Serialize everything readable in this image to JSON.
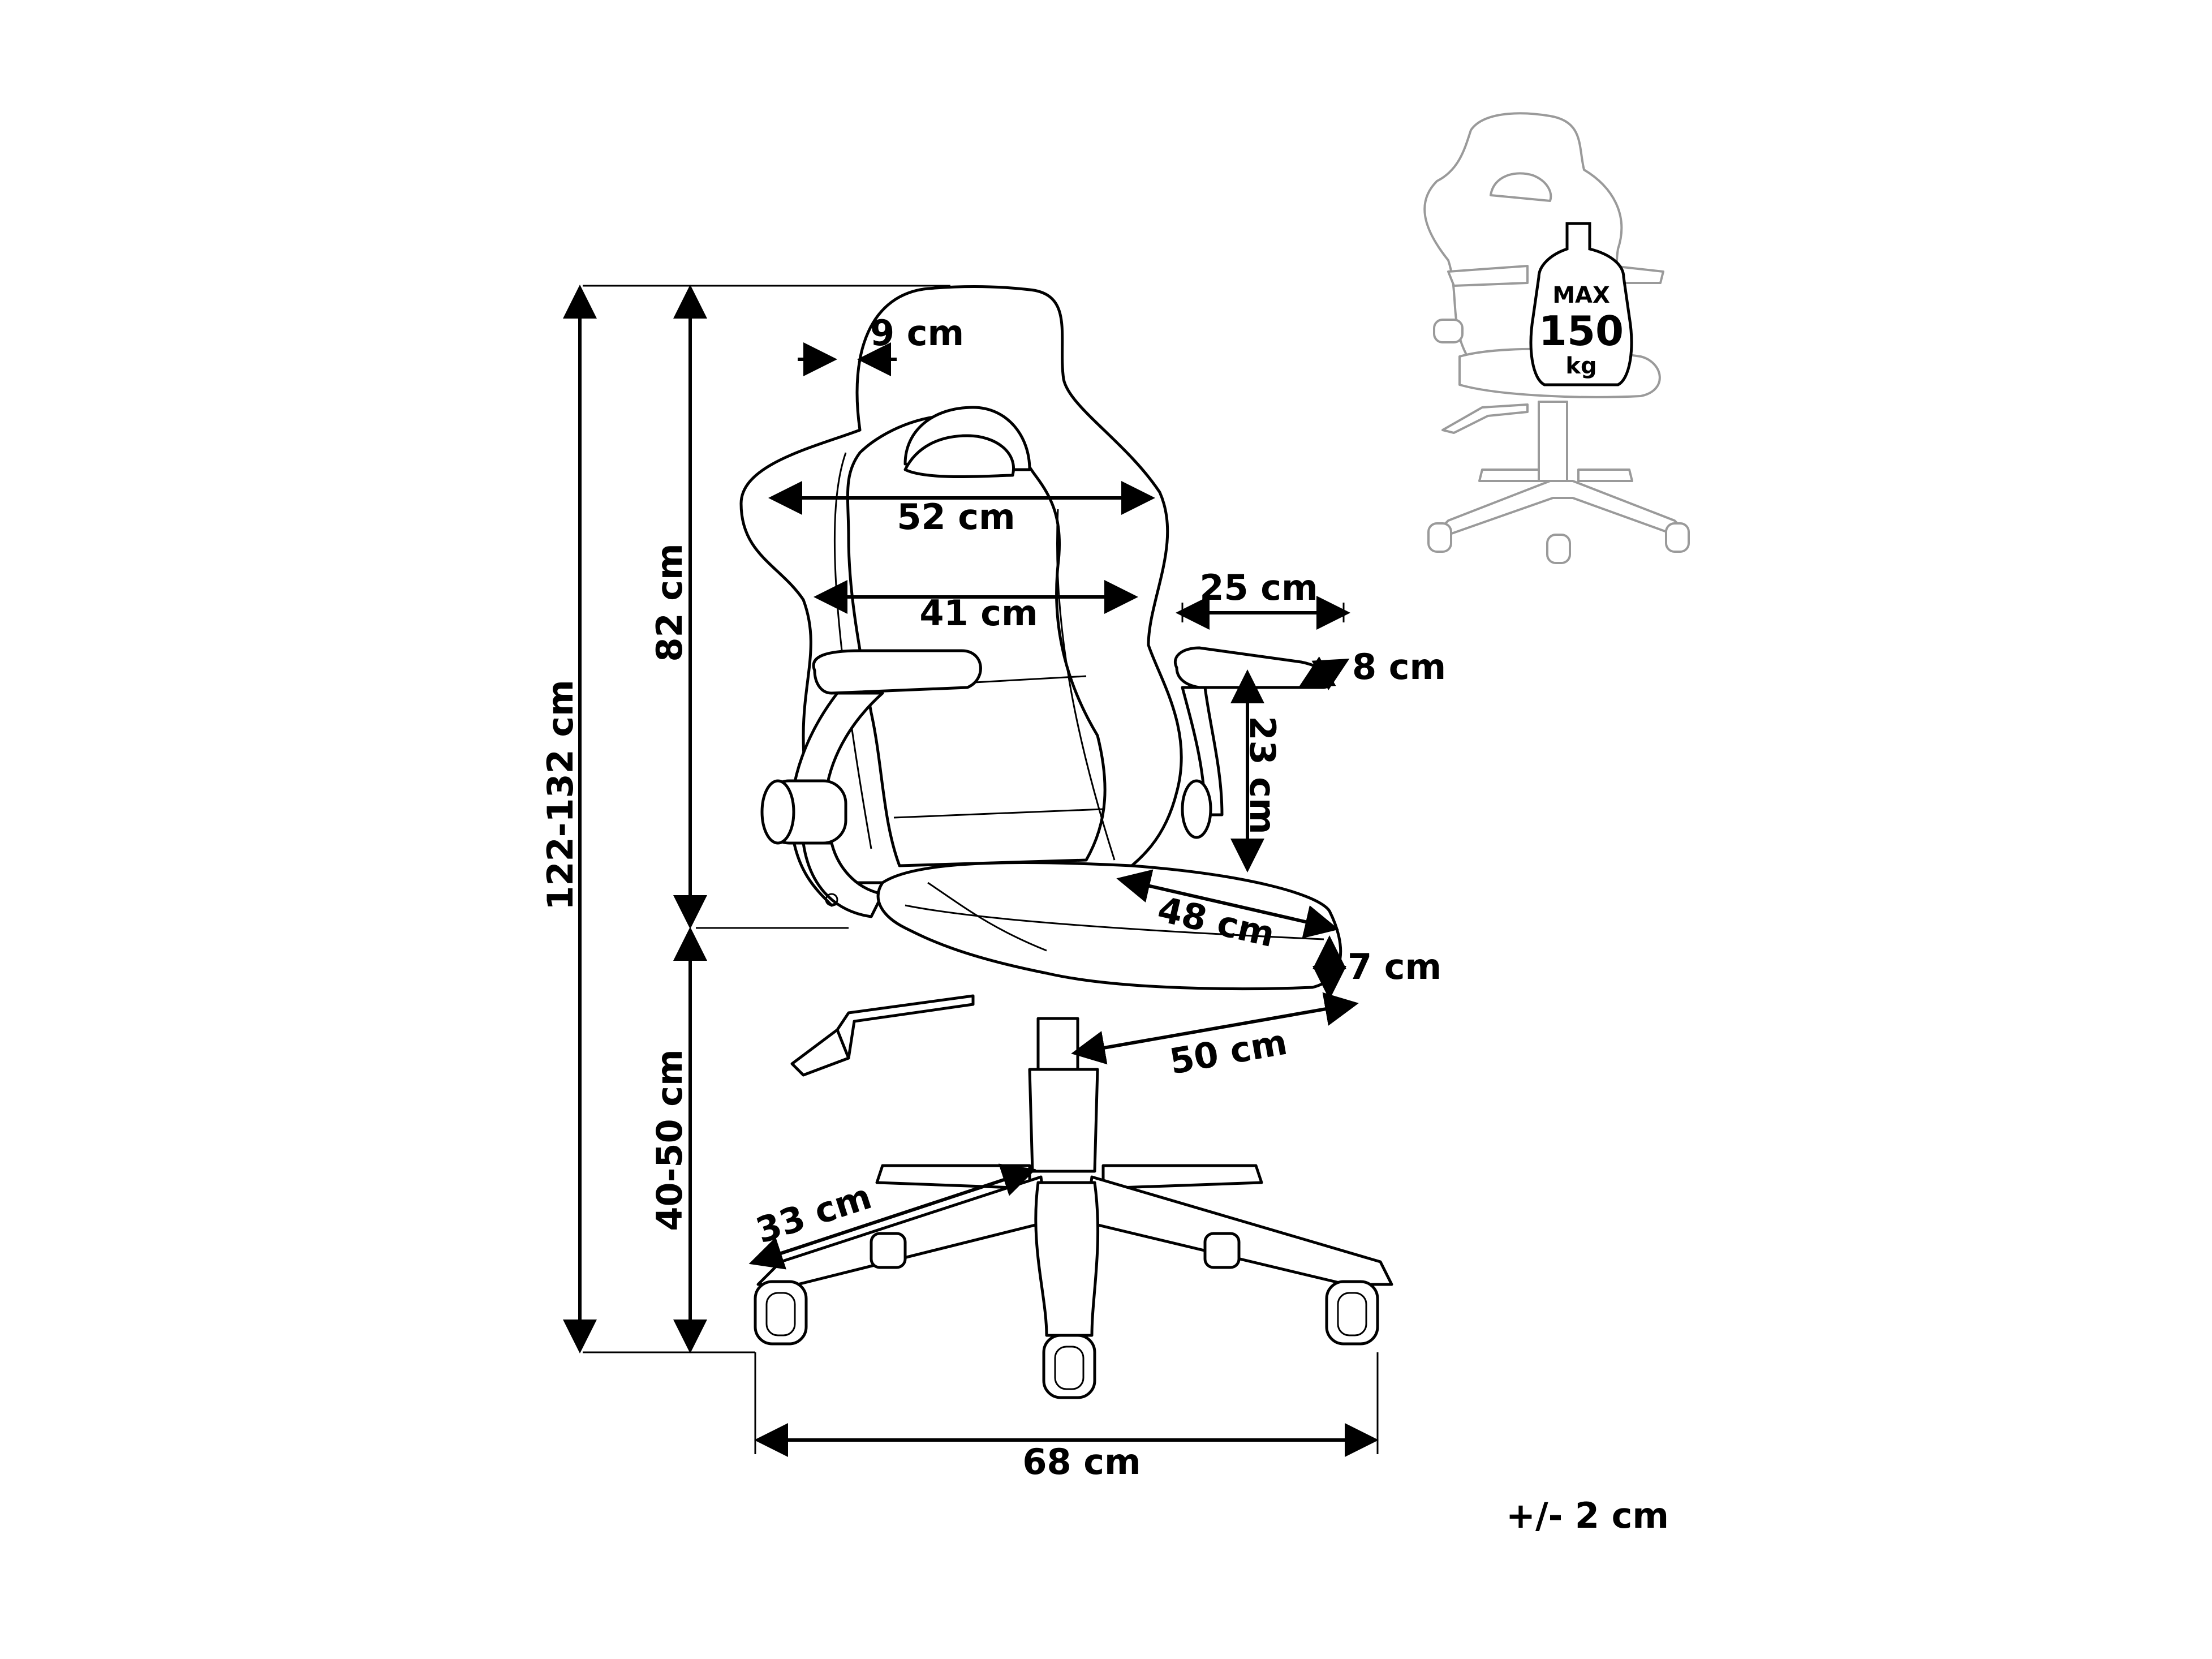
{
  "diagram": {
    "dimensions": {
      "total_height": "122-132 cm",
      "backrest_height": "82 cm",
      "seat_height": "40-50 cm",
      "back_thickness": "9 cm",
      "back_width_upper": "52 cm",
      "back_width_lower": "41 cm",
      "armrest_length": "25 cm",
      "armrest_width": "8 cm",
      "armrest_height": "23 cm",
      "seat_depth": "48 cm",
      "seat_thickness": "7 cm",
      "seat_width": "50 cm",
      "base_radius": "33 cm",
      "base_width": "68 cm"
    },
    "tolerance": "+/- 2 cm",
    "max_load": {
      "line1": "MAX",
      "line2": "150",
      "line3": "kg"
    },
    "colors": {
      "ink": "#000000",
      "ghost": "#9a9a9a",
      "background": "#ffffff"
    }
  }
}
